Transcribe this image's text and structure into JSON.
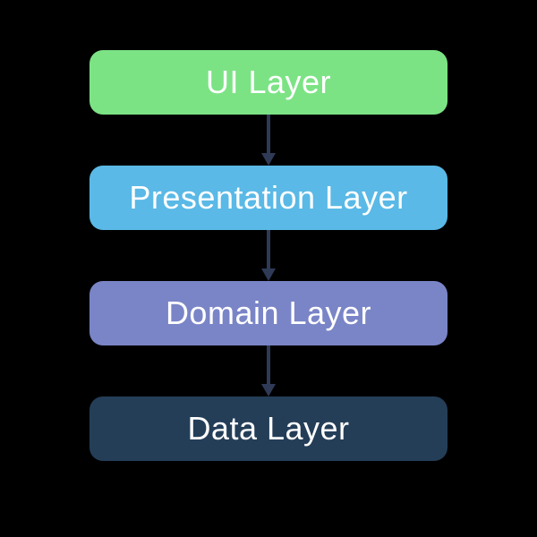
{
  "diagram": {
    "type": "flowchart",
    "direction": "top-down",
    "background_color": "#000000",
    "arrow_color": "#2E3A56",
    "text_color": "#FFFFFF",
    "nodes": [
      {
        "id": "ui",
        "label": "UI Layer",
        "color": "#7CE385"
      },
      {
        "id": "presentation",
        "label": "Presentation Layer",
        "color": "#5AB9E6"
      },
      {
        "id": "domain",
        "label": "Domain Layer",
        "color": "#7A85C7"
      },
      {
        "id": "data",
        "label": "Data Layer",
        "color": "#243E58"
      }
    ],
    "edges": [
      {
        "from": "UI Layer",
        "to": "Presentation Layer"
      },
      {
        "from": "Presentation Layer",
        "to": "Domain Layer"
      },
      {
        "from": "Domain Layer",
        "to": "Data Layer"
      }
    ]
  }
}
